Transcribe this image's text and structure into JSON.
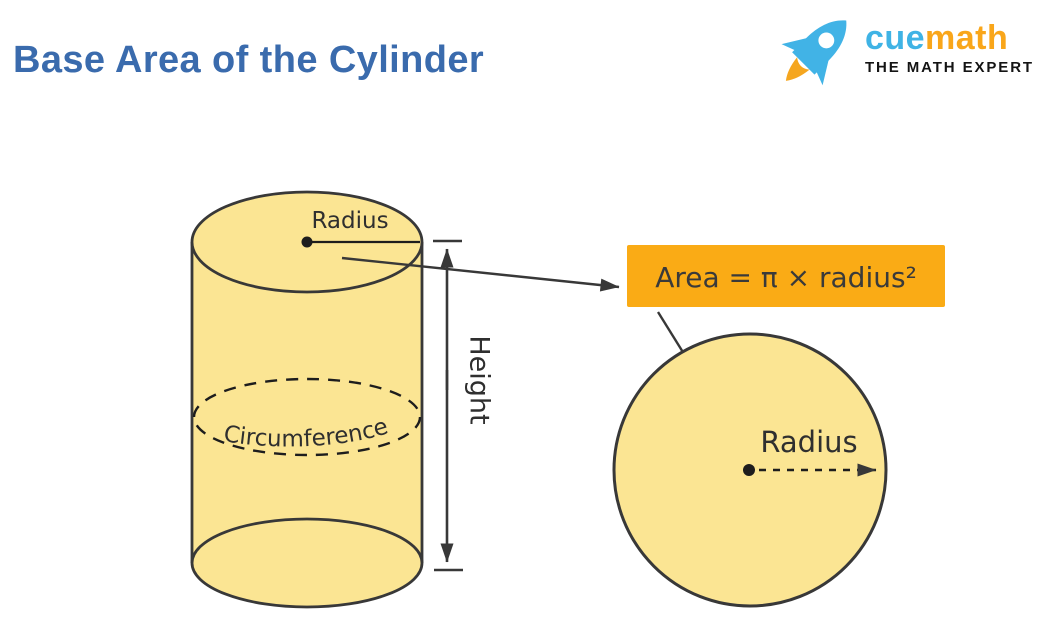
{
  "page": {
    "title": "Base Area of the Cylinder"
  },
  "logo": {
    "brand_cue": "cue",
    "brand_math": "math",
    "tagline": "THE MATH EXPERT",
    "icon": "rocket-icon"
  },
  "diagram": {
    "cylinder": {
      "top_radius_label": "Radius",
      "circumference_label": "Circumference",
      "height_label": "Height"
    },
    "formula": {
      "prefix": "Area = ",
      "pi": "π",
      "suffix": " × radius²"
    },
    "base_circle": {
      "radius_label": "Radius"
    }
  },
  "colors": {
    "title_blue": "#3A6BAD",
    "shape_fill": "#FBE593",
    "outline": "#383838",
    "formula_bg": "#FAAB15",
    "formula_text": "#3A3A3A",
    "brand_blue": "#3FB3E5",
    "brand_orange": "#F9A61A",
    "tagline_black": "#141414"
  }
}
